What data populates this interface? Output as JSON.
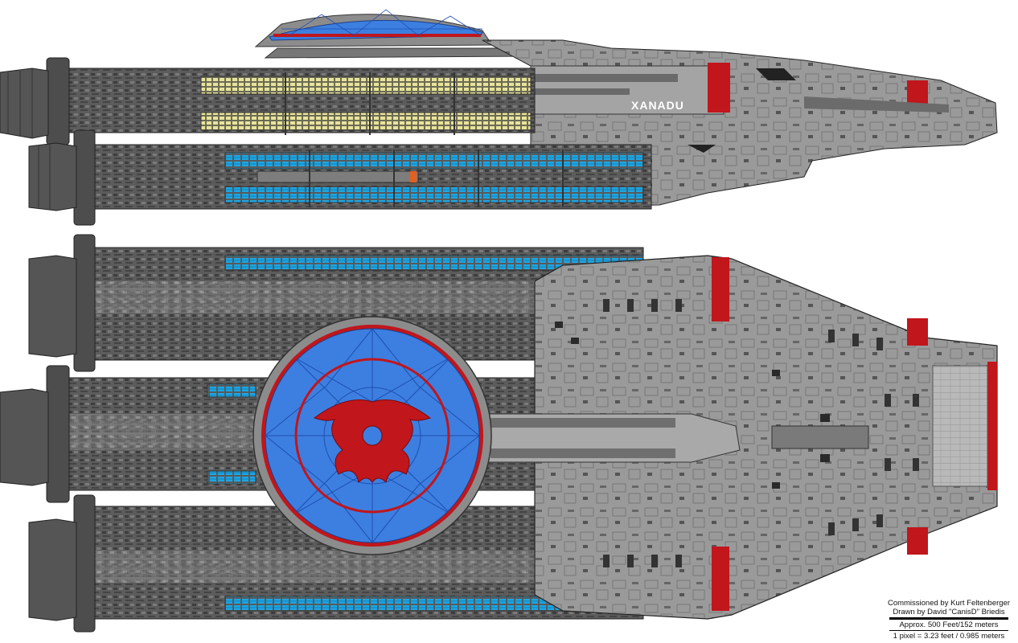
{
  "ship_name": "XANADU",
  "credits": {
    "commissioned": "Commissioned by Kurt Feltenberger",
    "drawn": "Drawn by David \"CanisD\" Briedis",
    "length": "Approx. 500 Feet/152 meters",
    "scale": "1 pixel = 3.23 feet / 0.985 meters"
  },
  "colors": {
    "hull": "#8c8c8c",
    "hull_light": "#a6a6a6",
    "hull_dark": "#4a4a4a",
    "engine": "#5a5a5a",
    "accent_red": "#c0161c",
    "dome_blue": "#3d7fe0",
    "window_blue": "#1aa7e6",
    "window_yellow": "#e8e39a",
    "background": "#ffffff"
  }
}
